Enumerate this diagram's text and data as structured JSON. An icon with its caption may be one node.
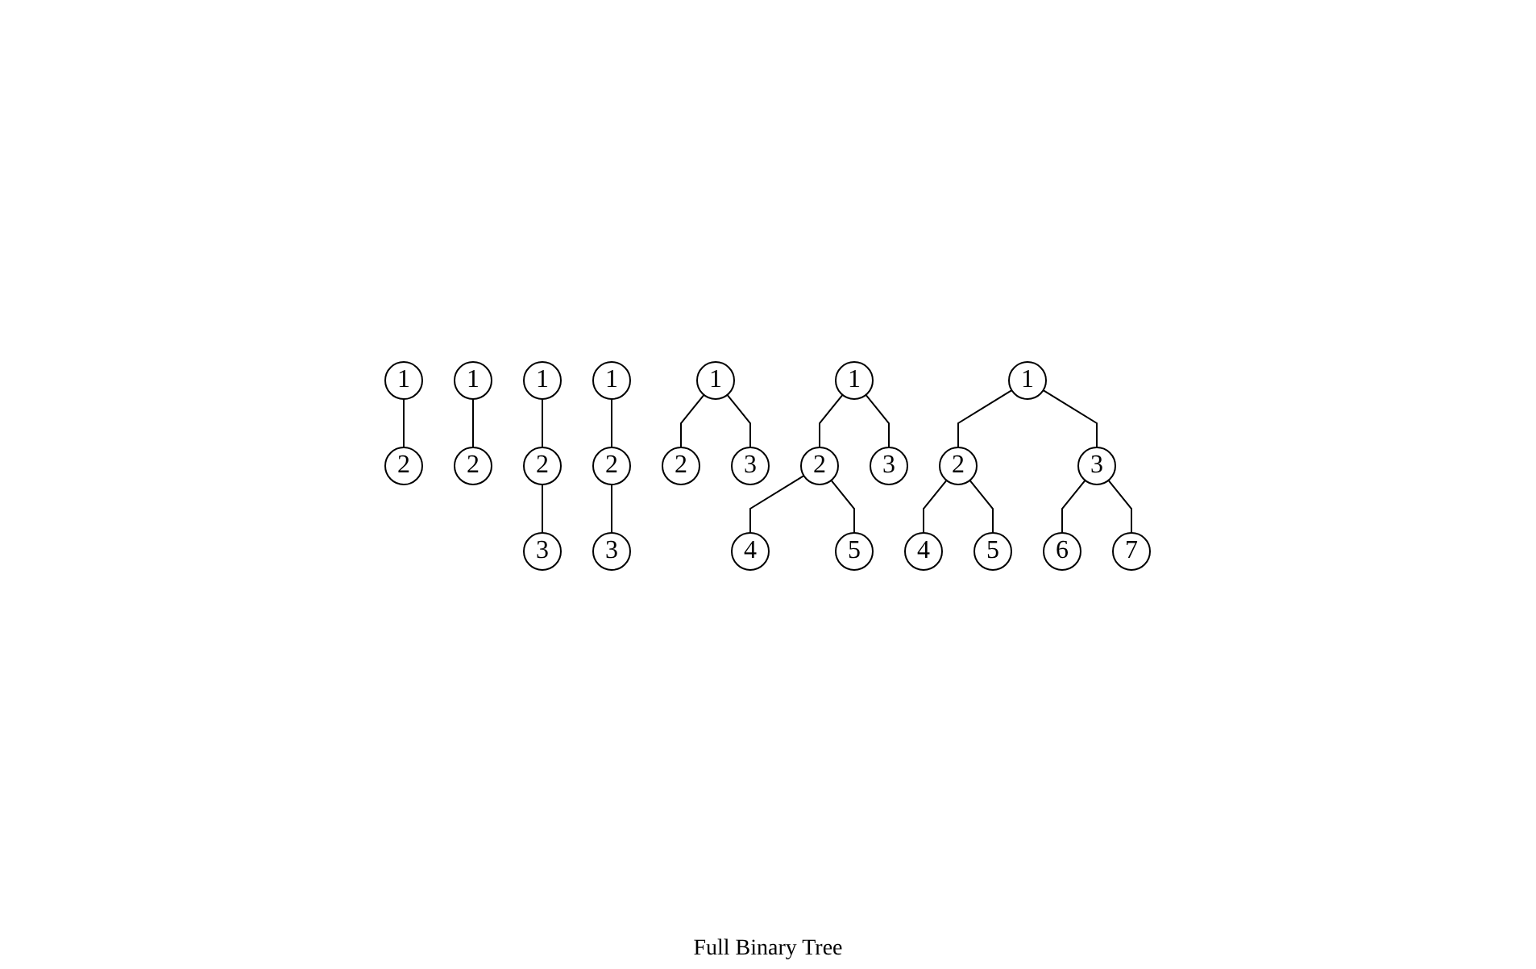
{
  "diagram": {
    "nodes": [
      {
        "text": [
          "1"
        ]
      },
      {
        "text": [
          "2"
        ]
      },
      {
        "text": [
          "1"
        ]
      },
      {
        "text": [
          "2"
        ]
      },
      {
        "text": [
          "1"
        ]
      },
      {
        "text": [
          "2"
        ]
      },
      {
        "text": [
          "3"
        ]
      },
      {
        "text": [
          "1"
        ]
      },
      {
        "text": [
          "2"
        ]
      },
      {
        "text": [
          "3"
        ]
      },
      {
        "text": [
          "1"
        ]
      },
      {
        "text": [
          "2"
        ]
      },
      {
        "text": [
          "3"
        ]
      },
      {
        "text": [
          "1"
        ]
      },
      {
        "text": [
          "2"
        ]
      },
      {
        "text": [
          "3"
        ]
      },
      {
        "text": [
          "4"
        ]
      },
      {
        "text": [
          "5"
        ]
      },
      {
        "text": [
          "1"
        ]
      },
      {
        "text": [
          "2"
        ]
      },
      {
        "text": [
          "3"
        ]
      },
      {
        "text": [
          "4"
        ]
      },
      {
        "text": [
          "5"
        ]
      },
      {
        "text": [
          "6"
        ]
      },
      {
        "text": [
          "7"
        ]
      }
    ],
    "edges": [
      {
        "from": 0,
        "to": 1,
        "arrow": "none"
      },
      {
        "from": 2,
        "to": 3,
        "arrow": "none"
      },
      {
        "from": 4,
        "to": 5,
        "arrow": "none"
      },
      {
        "from": 5,
        "to": 6,
        "arrow": "none"
      },
      {
        "from": 7,
        "to": 8,
        "arrow": "none"
      },
      {
        "from": 8,
        "to": 9,
        "arrow": "none"
      },
      {
        "from": 10,
        "to": 11,
        "arrow": "none"
      },
      {
        "from": 10,
        "to": 12,
        "arrow": "none"
      },
      {
        "from": 13,
        "to": 14,
        "arrow": "none"
      },
      {
        "from": 13,
        "to": 15,
        "arrow": "none"
      },
      {
        "from": 14,
        "to": 16,
        "arrow": "none"
      },
      {
        "from": 14,
        "to": 17,
        "arrow": "none"
      },
      {
        "from": 18,
        "to": 19,
        "arrow": "none"
      },
      {
        "from": 18,
        "to": 20,
        "arrow": "none"
      },
      {
        "from": 19,
        "to": 21,
        "arrow": "none"
      },
      {
        "from": 19,
        "to": 22,
        "arrow": "none"
      },
      {
        "from": 20,
        "to": 23,
        "arrow": "none"
      },
      {
        "from": 20,
        "to": 24,
        "arrow": "none"
      }
    ],
    "labels": [
      "Full Binary Tree"
    ]
  }
}
